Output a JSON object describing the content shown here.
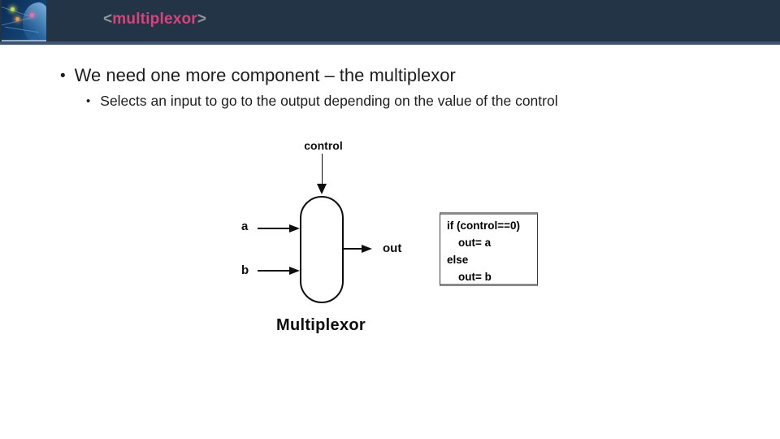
{
  "header": {
    "title_open": "<",
    "title_word": "multiplexor",
    "title_close": ">",
    "logo_description": "ai-digital-head-logo",
    "colors": {
      "bar_bg": "#233447",
      "accent_line": "#3d5472",
      "title_word": "#d8437c",
      "title_brackets": "#8d949b"
    }
  },
  "content": {
    "bullet_char": "•",
    "bullets": [
      {
        "level": 1,
        "text": "We need one more component – the multiplexor"
      },
      {
        "level": 2,
        "text": "Selects an input to go to the output depending on the value of the control"
      }
    ]
  },
  "diagram": {
    "control_label": "control",
    "input_a_label": "a",
    "input_b_label": "b",
    "output_label": "out",
    "caption": "Multiplexor",
    "code_box": {
      "lines": [
        "if (control==0)",
        "out= a",
        "else",
        "out= b"
      ]
    }
  }
}
